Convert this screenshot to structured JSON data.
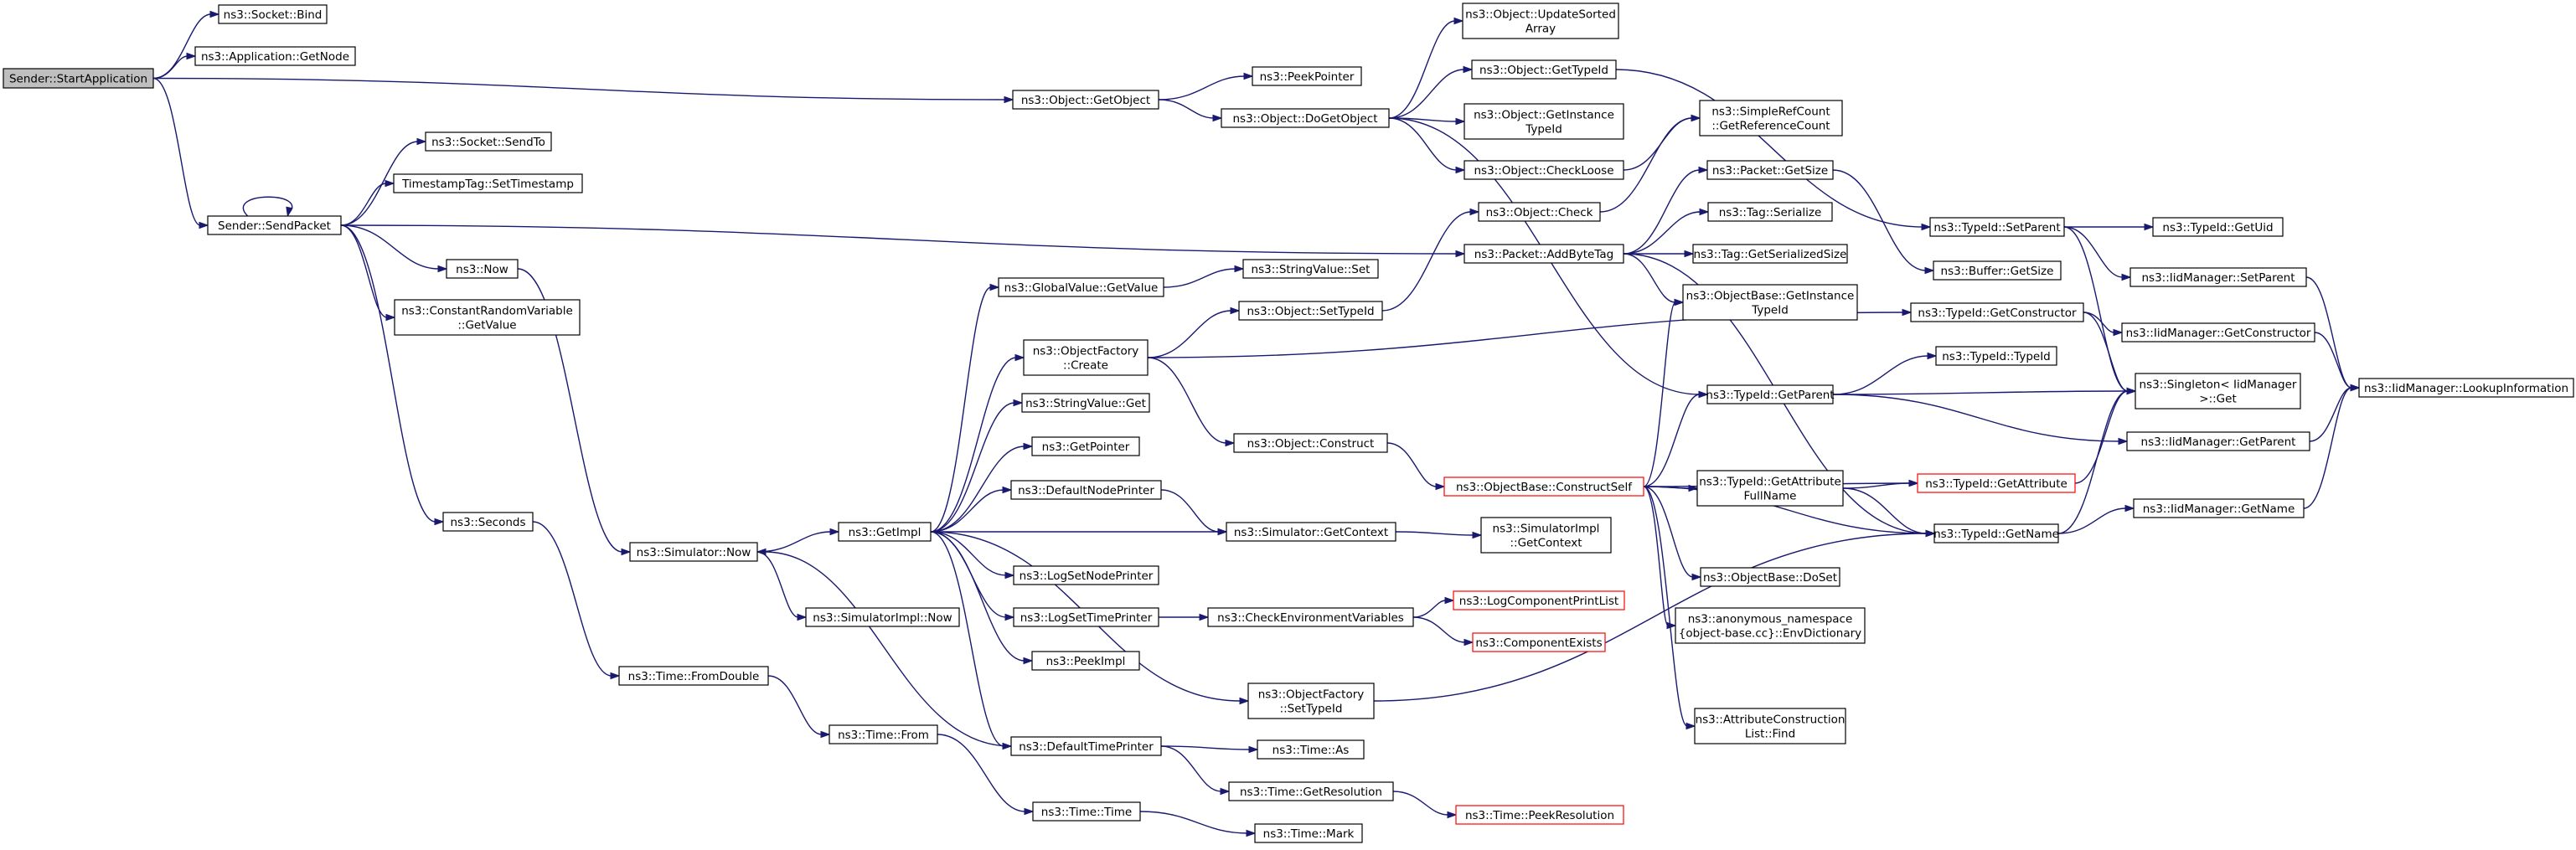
{
  "nodes": [
    {
      "id": "start",
      "lines": [
        "Sender::StartApplication"
      ],
      "style": "root"
    },
    {
      "id": "sockbind",
      "lines": [
        "ns3::Socket::Bind"
      ]
    },
    {
      "id": "appnode",
      "lines": [
        "ns3::Application::GetNode"
      ]
    },
    {
      "id": "getobject",
      "lines": [
        "ns3::Object::GetObject"
      ]
    },
    {
      "id": "peekptr",
      "lines": [
        "ns3::PeekPointer"
      ]
    },
    {
      "id": "dogetobject",
      "lines": [
        "ns3::Object::DoGetObject"
      ]
    },
    {
      "id": "updsorted",
      "lines": [
        "ns3::Object::UpdateSorted",
        "Array"
      ]
    },
    {
      "id": "objgettypeid",
      "lines": [
        "ns3::Object::GetTypeId"
      ]
    },
    {
      "id": "getinsttypeid",
      "lines": [
        "ns3::Object::GetInstance",
        "TypeId"
      ]
    },
    {
      "id": "checkloose",
      "lines": [
        "ns3::Object::CheckLoose"
      ]
    },
    {
      "id": "simplerefcount",
      "lines": [
        "ns3::SimpleRefCount",
        "::GetReferenceCount"
      ]
    },
    {
      "id": "sendpacket",
      "lines": [
        "Sender::SendPacket"
      ]
    },
    {
      "id": "sendto",
      "lines": [
        "ns3::Socket::SendTo"
      ]
    },
    {
      "id": "settimestamp",
      "lines": [
        "TimestampTag::SetTimestamp"
      ]
    },
    {
      "id": "now",
      "lines": [
        "ns3::Now"
      ]
    },
    {
      "id": "crvgetvalue",
      "lines": [
        "ns3::ConstantRandomVariable",
        "::GetValue"
      ]
    },
    {
      "id": "seconds",
      "lines": [
        "ns3::Seconds"
      ]
    },
    {
      "id": "simnow",
      "lines": [
        "ns3::Simulator::Now"
      ]
    },
    {
      "id": "simimplnow",
      "lines": [
        "ns3::SimulatorImpl::Now"
      ]
    },
    {
      "id": "fromdouble",
      "lines": [
        "ns3::Time::FromDouble"
      ]
    },
    {
      "id": "timefrom",
      "lines": [
        "ns3::Time::From"
      ]
    },
    {
      "id": "timetime",
      "lines": [
        "ns3::Time::Time"
      ]
    },
    {
      "id": "timemark",
      "lines": [
        "ns3::Time::Mark"
      ]
    },
    {
      "id": "getimpl",
      "lines": [
        "ns3::GetImpl"
      ]
    },
    {
      "id": "gvgetvalue",
      "lines": [
        "ns3::GlobalValue::GetValue"
      ]
    },
    {
      "id": "objfcreate",
      "lines": [
        "ns3::ObjectFactory",
        "::Create"
      ]
    },
    {
      "id": "strvalget",
      "lines": [
        "ns3::StringValue::Get"
      ]
    },
    {
      "id": "getpointer",
      "lines": [
        "ns3::GetPointer"
      ]
    },
    {
      "id": "defnodeprinter",
      "lines": [
        "ns3::DefaultNodePrinter"
      ]
    },
    {
      "id": "lognodeprinter",
      "lines": [
        "ns3::LogSetNodePrinter"
      ]
    },
    {
      "id": "logtimeprinter",
      "lines": [
        "ns3::LogSetTimePrinter"
      ]
    },
    {
      "id": "peekimpl",
      "lines": [
        "ns3::PeekImpl"
      ]
    },
    {
      "id": "deftimeprinter",
      "lines": [
        "ns3::DefaultTimePrinter"
      ]
    },
    {
      "id": "strvalset",
      "lines": [
        "ns3::StringValue::Set"
      ]
    },
    {
      "id": "objsettypeid",
      "lines": [
        "ns3::Object::SetTypeId"
      ]
    },
    {
      "id": "objconstruct",
      "lines": [
        "ns3::Object::Construct"
      ]
    },
    {
      "id": "simgetcontext",
      "lines": [
        "ns3::Simulator::GetContext"
      ]
    },
    {
      "id": "simimplgetcontext",
      "lines": [
        "ns3::SimulatorImpl",
        "::GetContext"
      ]
    },
    {
      "id": "checkenv",
      "lines": [
        "ns3::CheckEnvironmentVariables"
      ]
    },
    {
      "id": "objfsettypeid",
      "lines": [
        "ns3::ObjectFactory",
        "::SetTypeId"
      ]
    },
    {
      "id": "timeas",
      "lines": [
        "ns3::Time::As"
      ]
    },
    {
      "id": "getresolution",
      "lines": [
        "ns3::Time::GetResolution"
      ]
    },
    {
      "id": "peekresolution",
      "lines": [
        "ns3::Time::PeekResolution"
      ],
      "style": "red"
    },
    {
      "id": "objcheck",
      "lines": [
        "ns3::Object::Check"
      ]
    },
    {
      "id": "addbytetag",
      "lines": [
        "ns3::Packet::AddByteTag"
      ]
    },
    {
      "id": "pktgetsize",
      "lines": [
        "ns3::Packet::GetSize"
      ]
    },
    {
      "id": "tagserialize",
      "lines": [
        "ns3::Tag::Serialize"
      ]
    },
    {
      "id": "taggetsersize",
      "lines": [
        "ns3::Tag::GetSerializedSize"
      ]
    },
    {
      "id": "obgetinsttypeid",
      "lines": [
        "ns3::ObjectBase::GetInstance",
        "TypeId"
      ]
    },
    {
      "id": "constructself",
      "lines": [
        "ns3::ObjectBase::ConstructSelf"
      ],
      "style": "red"
    },
    {
      "id": "logcompprintlist",
      "lines": [
        "ns3::LogComponentPrintList"
      ],
      "style": "red"
    },
    {
      "id": "compexists",
      "lines": [
        "ns3::ComponentExists"
      ],
      "style": "red"
    },
    {
      "id": "tidgetparent",
      "lines": [
        "ns3::TypeId::GetParent"
      ]
    },
    {
      "id": "tidgetattrfullname",
      "lines": [
        "ns3::TypeId::GetAttribute",
        "FullName"
      ]
    },
    {
      "id": "obdoset",
      "lines": [
        "ns3::ObjectBase::DoSet"
      ]
    },
    {
      "id": "anonenvdict",
      "lines": [
        "ns3::anonymous_namespace",
        "{object-base.cc}::EnvDictionary"
      ]
    },
    {
      "id": "attrconsfind",
      "lines": [
        "ns3::AttributeConstruction",
        "List::Find"
      ]
    },
    {
      "id": "tidsetparent",
      "lines": [
        "ns3::TypeId::SetParent"
      ]
    },
    {
      "id": "buffergetsize",
      "lines": [
        "ns3::Buffer::GetSize"
      ]
    },
    {
      "id": "tidgetconstructor",
      "lines": [
        "ns3::TypeId::GetConstructor"
      ]
    },
    {
      "id": "tidtypeid",
      "lines": [
        "ns3::TypeId::TypeId"
      ]
    },
    {
      "id": "tidgetattribute",
      "lines": [
        "ns3::TypeId::GetAttribute"
      ],
      "style": "red"
    },
    {
      "id": "tidgetname",
      "lines": [
        "ns3::TypeId::GetName"
      ]
    },
    {
      "id": "tidgetuid",
      "lines": [
        "ns3::TypeId::GetUid"
      ]
    },
    {
      "id": "iidsetparent",
      "lines": [
        "ns3::IidManager::SetParent"
      ]
    },
    {
      "id": "iidgetconstructor",
      "lines": [
        "ns3::IidManager::GetConstructor"
      ]
    },
    {
      "id": "singletonget",
      "lines": [
        "ns3::Singleton< IidManager",
        ">::Get"
      ]
    },
    {
      "id": "iidgetparent",
      "lines": [
        "ns3::IidManager::GetParent"
      ]
    },
    {
      "id": "iidgetname",
      "lines": [
        "ns3::IidManager::GetName"
      ]
    },
    {
      "id": "iidlookup",
      "lines": [
        "ns3::IidManager::LookupInformation"
      ]
    }
  ],
  "edges": [
    [
      "start",
      "sockbind"
    ],
    [
      "start",
      "appnode"
    ],
    [
      "start",
      "getobject"
    ],
    [
      "start",
      "sendpacket"
    ],
    [
      "getobject",
      "peekptr"
    ],
    [
      "getobject",
      "dogetobject"
    ],
    [
      "dogetobject",
      "updsorted"
    ],
    [
      "dogetobject",
      "objgettypeid"
    ],
    [
      "dogetobject",
      "getinsttypeid"
    ],
    [
      "dogetobject",
      "checkloose"
    ],
    [
      "dogetobject",
      "tidgetparent"
    ],
    [
      "checkloose",
      "simplerefcount"
    ],
    [
      "sendpacket",
      "sendpacket"
    ],
    [
      "sendpacket",
      "sendto"
    ],
    [
      "sendpacket",
      "settimestamp"
    ],
    [
      "sendpacket",
      "addbytetag"
    ],
    [
      "sendpacket",
      "now"
    ],
    [
      "sendpacket",
      "crvgetvalue"
    ],
    [
      "sendpacket",
      "seconds"
    ],
    [
      "now",
      "simnow"
    ],
    [
      "seconds",
      "fromdouble"
    ],
    [
      "fromdouble",
      "timefrom"
    ],
    [
      "timefrom",
      "timetime"
    ],
    [
      "timetime",
      "timemark"
    ],
    [
      "simnow",
      "getimpl"
    ],
    [
      "simnow",
      "simimplnow"
    ],
    [
      "getimpl",
      "gvgetvalue"
    ],
    [
      "getimpl",
      "objfcreate"
    ],
    [
      "getimpl",
      "strvalget"
    ],
    [
      "getimpl",
      "getpointer"
    ],
    [
      "getimpl",
      "defnodeprinter"
    ],
    [
      "getimpl",
      "lognodeprinter"
    ],
    [
      "getimpl",
      "logtimeprinter"
    ],
    [
      "getimpl",
      "peekimpl"
    ],
    [
      "getimpl",
      "deftimeprinter"
    ],
    [
      "getimpl",
      "objfsettypeid"
    ],
    [
      "getimpl",
      "simgetcontext"
    ],
    [
      "gvgetvalue",
      "strvalset"
    ],
    [
      "objfcreate",
      "objsettypeid"
    ],
    [
      "objfcreate",
      "objconstruct"
    ],
    [
      "objfcreate",
      "tidgetconstructor"
    ],
    [
      "defnodeprinter",
      "simgetcontext"
    ],
    [
      "simgetcontext",
      "simimplgetcontext"
    ],
    [
      "logtimeprinter",
      "checkenv"
    ],
    [
      "checkenv",
      "logcompprintlist"
    ],
    [
      "checkenv",
      "compexists"
    ],
    [
      "deftimeprinter",
      "simnow"
    ],
    [
      "deftimeprinter",
      "timeas"
    ],
    [
      "deftimeprinter",
      "getresolution"
    ],
    [
      "getresolution",
      "peekresolution"
    ],
    [
      "objfsettypeid",
      "tidgetname"
    ],
    [
      "objsettypeid",
      "objcheck"
    ],
    [
      "objcheck",
      "simplerefcount"
    ],
    [
      "objconstruct",
      "constructself"
    ],
    [
      "addbytetag",
      "pktgetsize"
    ],
    [
      "addbytetag",
      "tagserialize"
    ],
    [
      "addbytetag",
      "taggetsersize"
    ],
    [
      "addbytetag",
      "obgetinsttypeid"
    ],
    [
      "addbytetag",
      "tidgetname"
    ],
    [
      "pktgetsize",
      "buffergetsize"
    ],
    [
      "constructself",
      "obgetinsttypeid"
    ],
    [
      "constructself",
      "tidgetparent"
    ],
    [
      "constructself",
      "tidgetattrfullname"
    ],
    [
      "constructself",
      "tidgetattribute"
    ],
    [
      "constructself",
      "obdoset"
    ],
    [
      "constructself",
      "anonenvdict"
    ],
    [
      "constructself",
      "attrconsfind"
    ],
    [
      "constructself",
      "tidgetname"
    ],
    [
      "tidgetattrfullname",
      "tidgetattribute"
    ],
    [
      "tidgetattrfullname",
      "tidgetname"
    ],
    [
      "objgettypeid",
      "tidsetparent"
    ],
    [
      "tidsetparent",
      "tidgetuid"
    ],
    [
      "tidsetparent",
      "iidsetparent"
    ],
    [
      "tidsetparent",
      "singletonget"
    ],
    [
      "tidgetconstructor",
      "iidgetconstructor"
    ],
    [
      "tidgetconstructor",
      "singletonget"
    ],
    [
      "tidgetparent",
      "tidtypeid"
    ],
    [
      "tidgetparent",
      "singletonget"
    ],
    [
      "tidgetparent",
      "iidgetparent"
    ],
    [
      "tidgetattribute",
      "singletonget"
    ],
    [
      "tidgetname",
      "singletonget"
    ],
    [
      "tidgetname",
      "iidgetname"
    ],
    [
      "iidsetparent",
      "iidlookup"
    ],
    [
      "iidgetconstructor",
      "iidlookup"
    ],
    [
      "iidgetparent",
      "iidlookup"
    ],
    [
      "iidgetname",
      "iidlookup"
    ]
  ]
}
